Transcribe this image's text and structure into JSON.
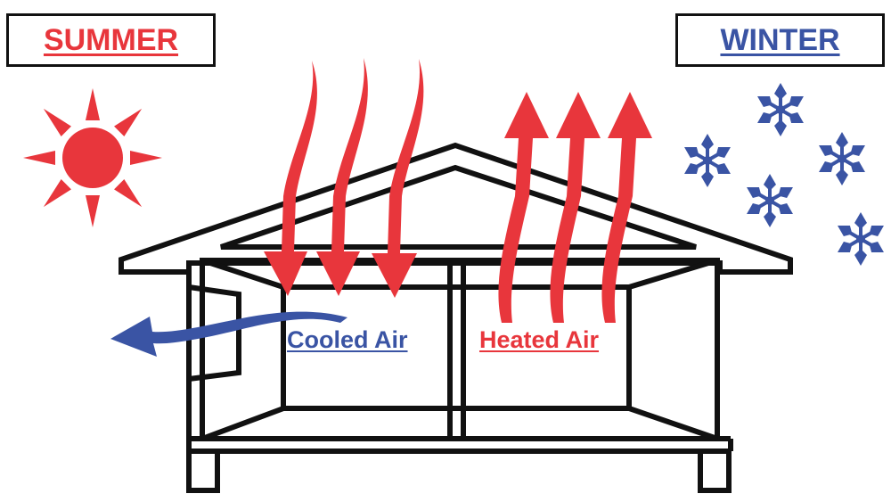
{
  "labels": {
    "summer": "SUMMER",
    "winter": "WINTER",
    "cooled_air": "Cooled Air",
    "heated_air": "Heated Air"
  },
  "colors": {
    "summer_red": "#e8363c",
    "winter_blue": "#3a54a4",
    "outline": "#111111",
    "background": "#ffffff"
  },
  "icons": {
    "sun": "sun-icon",
    "snowflake": "snowflake-icon"
  }
}
